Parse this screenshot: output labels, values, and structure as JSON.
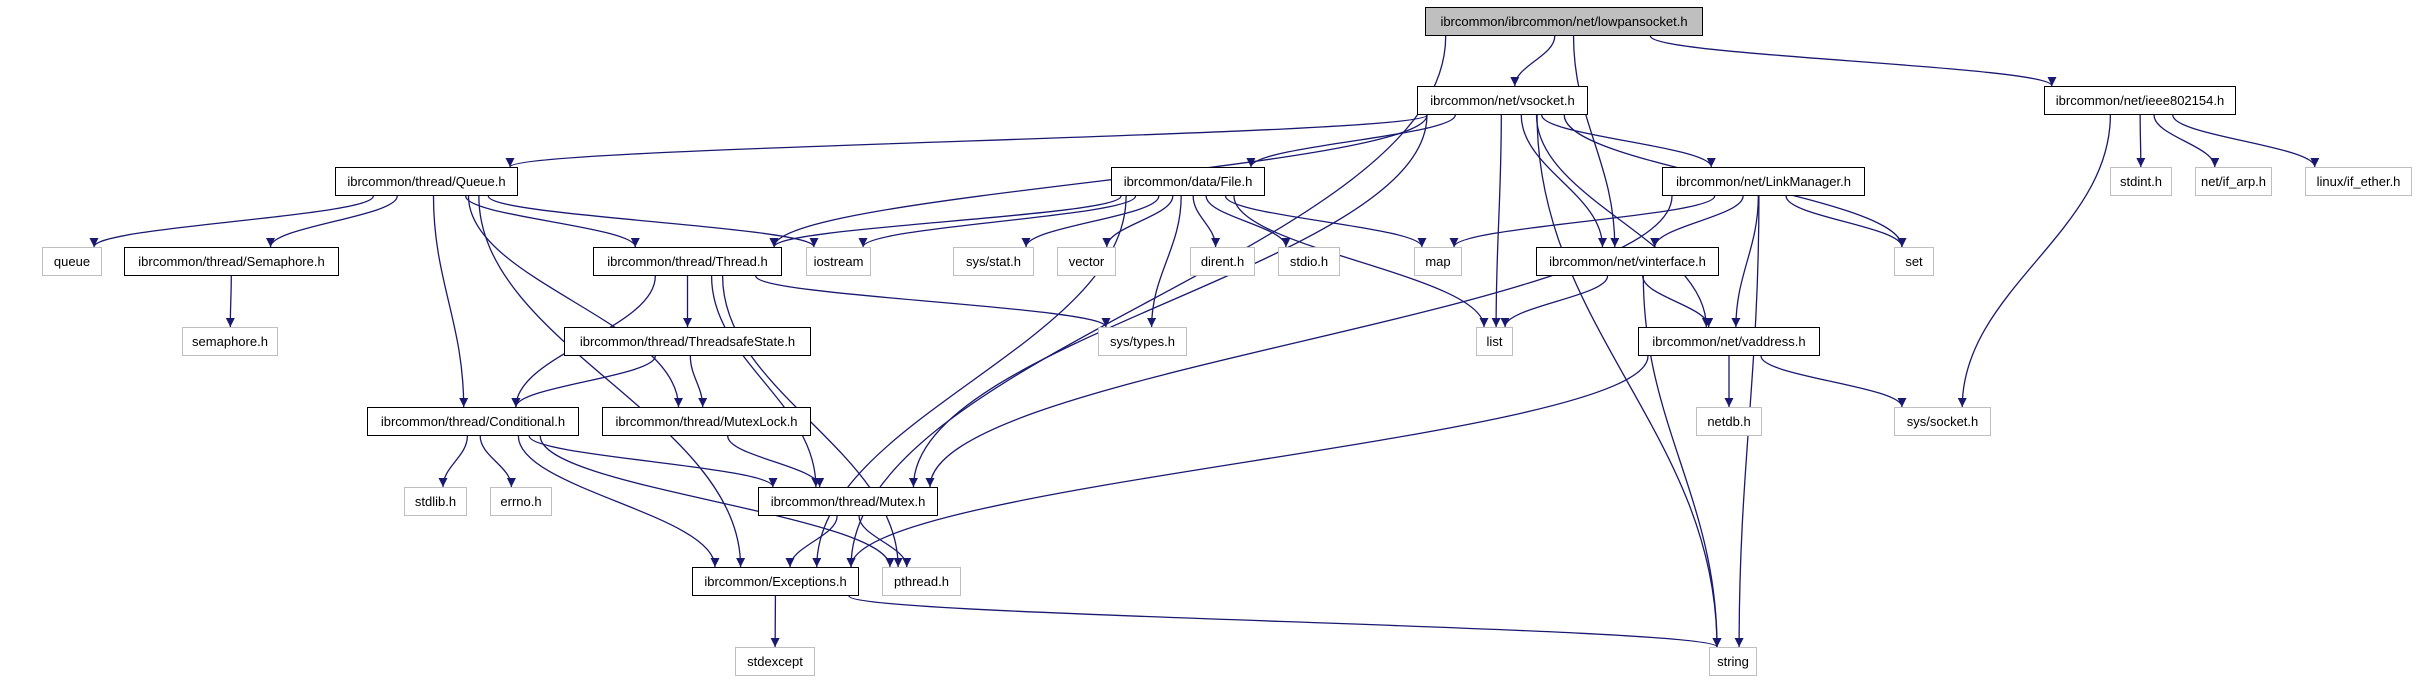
{
  "diagram": {
    "title": "Include dependency graph for ibrcommon/ibrcommon/net/lowpansocket.h",
    "edge_color": "#191970",
    "root_fill": "#bfbfbf",
    "internal_border": "#000000",
    "external_border": "#bfbfbf",
    "nodes": [
      {
        "id": "lowpansocket",
        "label": "ibrcommon/ibrcommon/net/lowpansocket.h",
        "kind": "root"
      },
      {
        "id": "vsocket",
        "label": "ibrcommon/net/vsocket.h",
        "kind": "internal"
      },
      {
        "id": "ieee802154",
        "label": "ibrcommon/net/ieee802154.h",
        "kind": "internal"
      },
      {
        "id": "queue_h",
        "label": "ibrcommon/thread/Queue.h",
        "kind": "internal"
      },
      {
        "id": "file_h",
        "label": "ibrcommon/data/File.h",
        "kind": "internal"
      },
      {
        "id": "linkmanager",
        "label": "ibrcommon/net/LinkManager.h",
        "kind": "internal"
      },
      {
        "id": "stdint",
        "label": "stdint.h",
        "kind": "external"
      },
      {
        "id": "if_arp",
        "label": "net/if_arp.h",
        "kind": "external"
      },
      {
        "id": "if_ether",
        "label": "linux/if_ether.h",
        "kind": "external"
      },
      {
        "id": "queue",
        "label": "queue",
        "kind": "external"
      },
      {
        "id": "semaphore_h",
        "label": "ibrcommon/thread/Semaphore.h",
        "kind": "internal"
      },
      {
        "id": "thread_h",
        "label": "ibrcommon/thread/Thread.h",
        "kind": "internal"
      },
      {
        "id": "iostream",
        "label": "iostream",
        "kind": "external"
      },
      {
        "id": "sys_stat",
        "label": "sys/stat.h",
        "kind": "external"
      },
      {
        "id": "vector",
        "label": "vector",
        "kind": "external"
      },
      {
        "id": "dirent",
        "label": "dirent.h",
        "kind": "external"
      },
      {
        "id": "stdio",
        "label": "stdio.h",
        "kind": "external"
      },
      {
        "id": "map",
        "label": "map",
        "kind": "external"
      },
      {
        "id": "vinterface",
        "label": "ibrcommon/net/vinterface.h",
        "kind": "internal"
      },
      {
        "id": "set",
        "label": "set",
        "kind": "external"
      },
      {
        "id": "semaphore",
        "label": "semaphore.h",
        "kind": "external"
      },
      {
        "id": "threadsafestate",
        "label": "ibrcommon/thread/ThreadsafeState.h",
        "kind": "internal"
      },
      {
        "id": "sys_types",
        "label": "sys/types.h",
        "kind": "external"
      },
      {
        "id": "list",
        "label": "list",
        "kind": "external"
      },
      {
        "id": "vaddress",
        "label": "ibrcommon/net/vaddress.h",
        "kind": "internal"
      },
      {
        "id": "conditional",
        "label": "ibrcommon/thread/Conditional.h",
        "kind": "internal"
      },
      {
        "id": "mutexlock",
        "label": "ibrcommon/thread/MutexLock.h",
        "kind": "internal"
      },
      {
        "id": "netdb",
        "label": "netdb.h",
        "kind": "external"
      },
      {
        "id": "sys_socket",
        "label": "sys/socket.h",
        "kind": "external"
      },
      {
        "id": "stdlib",
        "label": "stdlib.h",
        "kind": "external"
      },
      {
        "id": "errno",
        "label": "errno.h",
        "kind": "external"
      },
      {
        "id": "mutex",
        "label": "ibrcommon/thread/Mutex.h",
        "kind": "internal"
      },
      {
        "id": "exceptions",
        "label": "ibrcommon/Exceptions.h",
        "kind": "internal"
      },
      {
        "id": "pthread",
        "label": "pthread.h",
        "kind": "external"
      },
      {
        "id": "stdexcept",
        "label": "stdexcept",
        "kind": "external"
      },
      {
        "id": "string",
        "label": "string",
        "kind": "external"
      }
    ],
    "edges": [
      [
        "lowpansocket",
        "vsocket"
      ],
      [
        "lowpansocket",
        "ieee802154"
      ],
      [
        "lowpansocket",
        "vinterface"
      ],
      [
        "lowpansocket",
        "exceptions"
      ],
      [
        "vsocket",
        "queue_h"
      ],
      [
        "vsocket",
        "file_h"
      ],
      [
        "vsocket",
        "linkmanager"
      ],
      [
        "vsocket",
        "thread_h"
      ],
      [
        "vsocket",
        "vinterface"
      ],
      [
        "vsocket",
        "list"
      ],
      [
        "vsocket",
        "set"
      ],
      [
        "vsocket",
        "vaddress"
      ],
      [
        "vsocket",
        "string"
      ],
      [
        "vsocket",
        "mutex"
      ],
      [
        "ieee802154",
        "stdint"
      ],
      [
        "ieee802154",
        "if_arp"
      ],
      [
        "ieee802154",
        "if_ether"
      ],
      [
        "ieee802154",
        "sys_socket"
      ],
      [
        "queue_h",
        "queue"
      ],
      [
        "queue_h",
        "semaphore_h"
      ],
      [
        "queue_h",
        "thread_h"
      ],
      [
        "queue_h",
        "iostream"
      ],
      [
        "queue_h",
        "conditional"
      ],
      [
        "queue_h",
        "mutexlock"
      ],
      [
        "queue_h",
        "exceptions"
      ],
      [
        "semaphore_h",
        "semaphore"
      ],
      [
        "file_h",
        "iostream"
      ],
      [
        "file_h",
        "sys_stat"
      ],
      [
        "file_h",
        "vector"
      ],
      [
        "file_h",
        "dirent"
      ],
      [
        "file_h",
        "stdio"
      ],
      [
        "file_h",
        "map"
      ],
      [
        "file_h",
        "list"
      ],
      [
        "file_h",
        "sys_types"
      ],
      [
        "file_h",
        "exceptions"
      ],
      [
        "file_h",
        "thread_h"
      ],
      [
        "linkmanager",
        "map"
      ],
      [
        "linkmanager",
        "vinterface"
      ],
      [
        "linkmanager",
        "set"
      ],
      [
        "linkmanager",
        "vaddress"
      ],
      [
        "linkmanager",
        "string"
      ],
      [
        "linkmanager",
        "mutex"
      ],
      [
        "thread_h",
        "threadsafestate"
      ],
      [
        "thread_h",
        "conditional"
      ],
      [
        "thread_h",
        "sys_types"
      ],
      [
        "thread_h",
        "mutex"
      ],
      [
        "thread_h",
        "pthread"
      ],
      [
        "threadsafestate",
        "conditional"
      ],
      [
        "threadsafestate",
        "mutexlock"
      ],
      [
        "vinterface",
        "list"
      ],
      [
        "vinterface",
        "vaddress"
      ],
      [
        "vinterface",
        "string"
      ],
      [
        "vaddress",
        "netdb"
      ],
      [
        "vaddress",
        "sys_socket"
      ],
      [
        "vaddress",
        "exceptions"
      ],
      [
        "conditional",
        "stdlib"
      ],
      [
        "conditional",
        "errno"
      ],
      [
        "conditional",
        "mutex"
      ],
      [
        "conditional",
        "exceptions"
      ],
      [
        "conditional",
        "pthread"
      ],
      [
        "mutexlock",
        "mutex"
      ],
      [
        "mutex",
        "exceptions"
      ],
      [
        "mutex",
        "pthread"
      ],
      [
        "exceptions",
        "stdexcept"
      ],
      [
        "exceptions",
        "string"
      ]
    ]
  }
}
